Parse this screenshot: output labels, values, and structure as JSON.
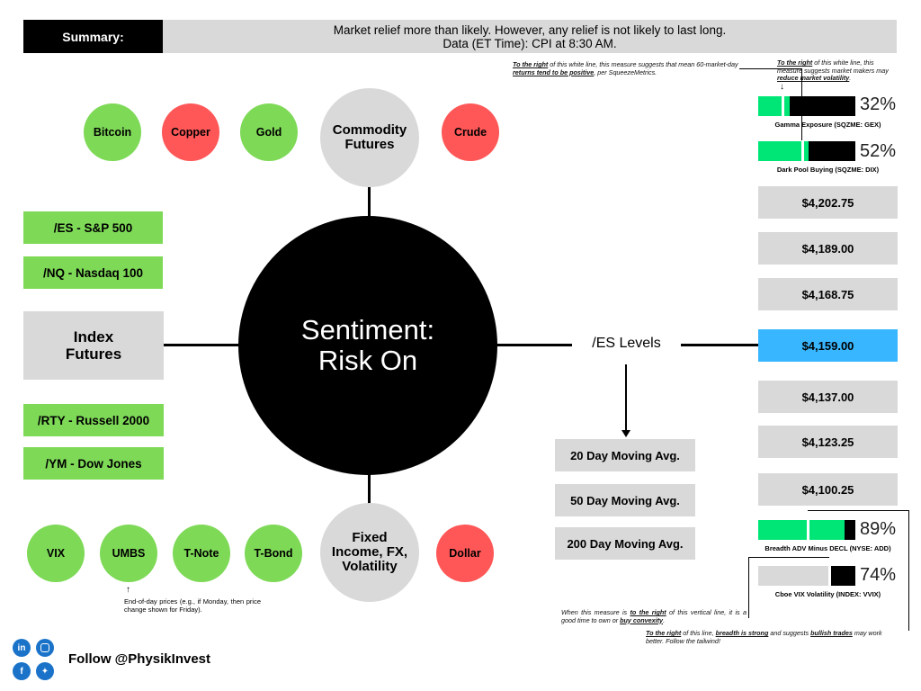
{
  "summary": {
    "label": "Summary:",
    "line1": "Market relief more than likely. However, any relief is not likely to last long.",
    "line2": "Data (ET Time): CPI at 8:30 AM."
  },
  "commodities": {
    "bitcoin": "Bitcoin",
    "copper": "Copper",
    "gold": "Gold",
    "hub_line1": "Commodity",
    "hub_line2": "Futures",
    "crude": "Crude"
  },
  "center": {
    "line1": "Sentiment:",
    "line2": "Risk On"
  },
  "index_futures": {
    "hub_line1": "Index",
    "hub_line2": "Futures",
    "es": "/ES - S&P 500",
    "nq": "/NQ - Nasdaq 100",
    "rty": "/RTY - Russell 2000",
    "ym": "/YM - Dow Jones"
  },
  "fixed_income": {
    "vix": "VIX",
    "umbs": "UMBS",
    "tnote": "T-Note",
    "tbond": "T-Bond",
    "hub_line1": "Fixed",
    "hub_line2": "Income, FX,",
    "hub_line3": "Volatility",
    "dollar": "Dollar",
    "footnote": "End-of-day prices (e.g., if Monday, then price change shown for Friday)."
  },
  "es_levels": {
    "label": "/ES Levels",
    "levels": [
      "$4,202.75",
      "$4,189.00",
      "$4,168.75",
      "$4,159.00",
      "$4,137.00",
      "$4,123.25",
      "$4,100.25"
    ],
    "active_index": 3,
    "active_color": "#38b6ff"
  },
  "moving_averages": [
    "20 Day Moving Avg.",
    "50 Day Moving Avg.",
    "200 Day Moving Avg."
  ],
  "gauges": {
    "gex": {
      "pct": "32%",
      "caption": "Gamma Exposure (SQZME: GEX)",
      "fill_fraction": 0.32
    },
    "dix": {
      "pct": "52%",
      "caption": "Dark Pool Buying (SQZME: DIX)",
      "fill_fraction": 0.52
    },
    "add": {
      "pct": "89%",
      "caption": "Breadth ADV Minus DECL (NYSE: ADD)",
      "fill_fraction": 0.89
    },
    "vvix": {
      "pct": "74%",
      "caption": "Cboe VIX Volatility (INDEX: VVIX)",
      "fill_fraction": 0.74
    }
  },
  "notes": {
    "dix_note_a": "To the right",
    "dix_note_b": " of this white line, this measure suggests that mean 60-market-day ",
    "dix_note_c": "returns tend to be positive",
    "dix_note_d": ", per SqueezeMetrics.",
    "gex_note_a": "To the right",
    "gex_note_b": " of this white line, this measure suggests market makers may ",
    "gex_note_c": "reduce market volatility",
    "gex_note_d": ".",
    "vvix_note_a": "When this measure is ",
    "vvix_note_b": "to the right",
    "vvix_note_c": " of this vertical line, it is a good time to own or ",
    "vvix_note_d": "buy convexity",
    "vvix_note_e": ".",
    "add_note_a": "To the right",
    "add_note_b": " of this line, ",
    "add_note_c": "breadth is strong",
    "add_note_d": " and suggests ",
    "add_note_e": "bullish trades",
    "add_note_f": " may work better. Follow the tailwind!"
  },
  "footer": {
    "follow": "Follow @PhysikInvest",
    "icons": [
      "linkedin-icon",
      "instagram-icon",
      "facebook-icon",
      "twitter-icon"
    ]
  },
  "colors": {
    "green": "#7ed957",
    "red": "#ff5757",
    "gray": "#d9d9d9",
    "gauge_green": "#00e676",
    "blue": "#38b6ff"
  }
}
